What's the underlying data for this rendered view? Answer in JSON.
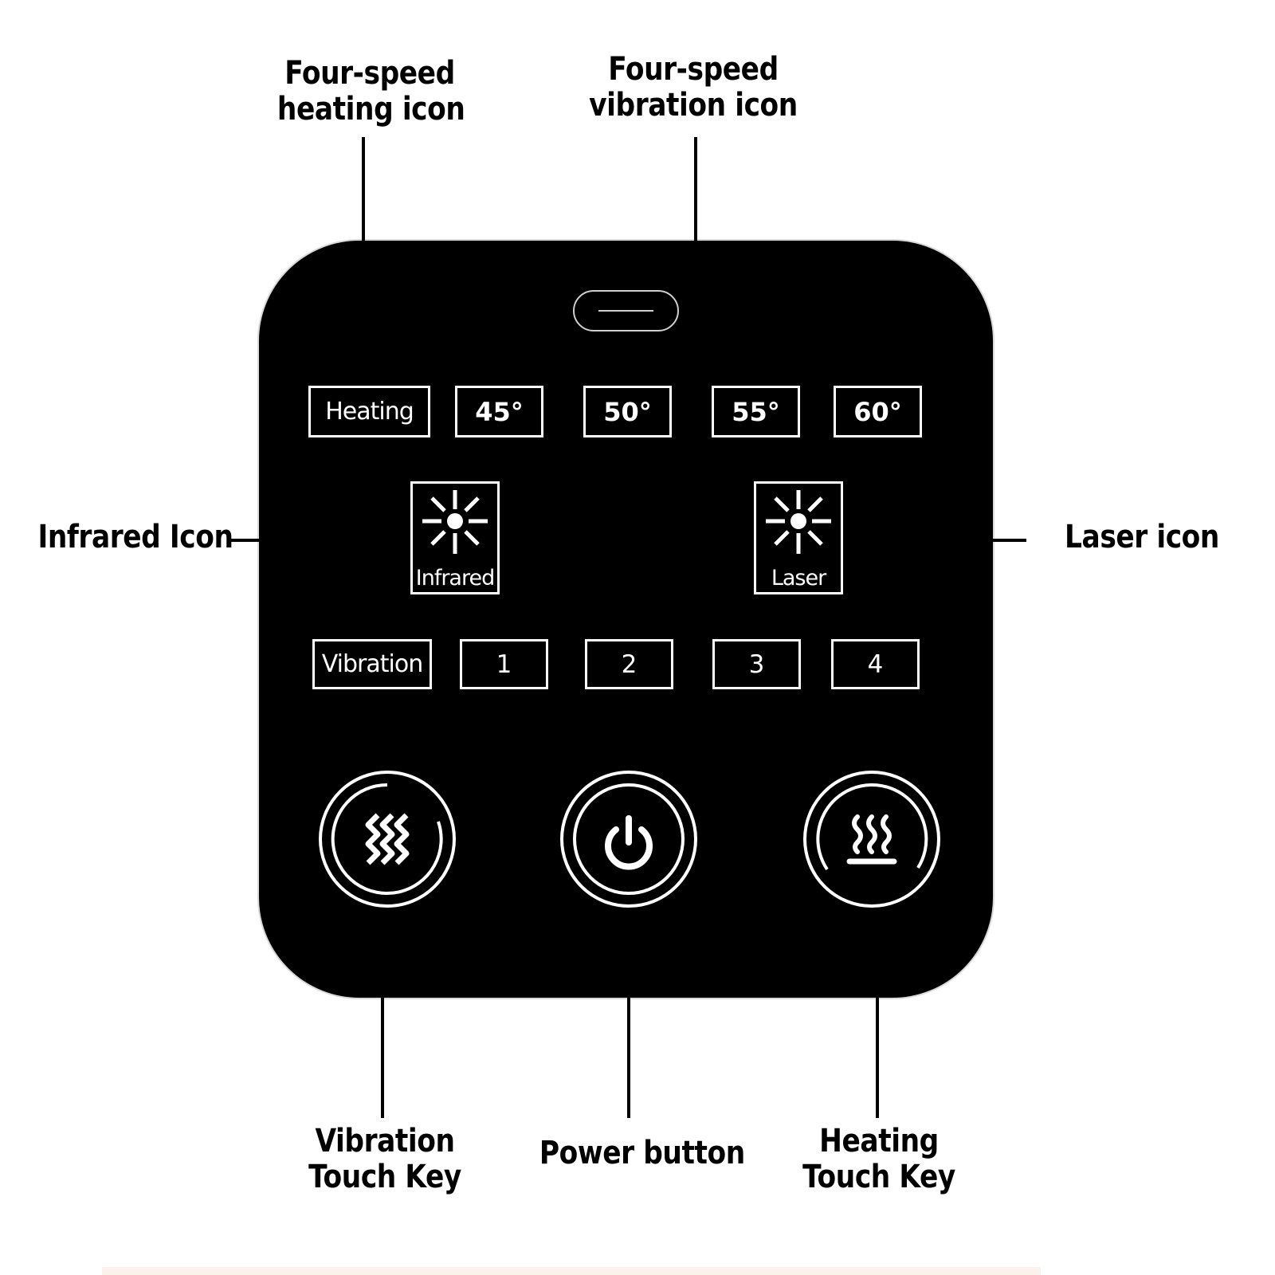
{
  "callouts": {
    "heating_icon": "Four-speed\nheating icon",
    "vibration_icon": "Four-speed\nvibration icon",
    "infrared_icon": "Infrared Icon",
    "laser_icon": "Laser icon",
    "vibration_touch_key": "Vibration\nTouch Key",
    "power_button": "Power button",
    "heating_touch_key": "Heating\nTouch Key"
  },
  "panel": {
    "heating_row": {
      "label": "Heating",
      "levels": [
        "45°",
        "50°",
        "55°",
        "60°"
      ]
    },
    "infrared": {
      "label": "Infrared",
      "icon": "sun-burst-icon"
    },
    "laser": {
      "label": "Laser",
      "icon": "sun-burst-icon"
    },
    "vibration_row": {
      "label": "Vibration",
      "levels": [
        "1",
        "2",
        "3",
        "4"
      ]
    },
    "keys": {
      "vibration": {
        "icon": "vibration-waves-icon"
      },
      "power": {
        "icon": "power-icon"
      },
      "heating": {
        "icon": "heat-steam-icon"
      }
    }
  },
  "colors": {
    "panel": "#000000",
    "symbol": "#ffffff",
    "background": "#ffffff"
  }
}
